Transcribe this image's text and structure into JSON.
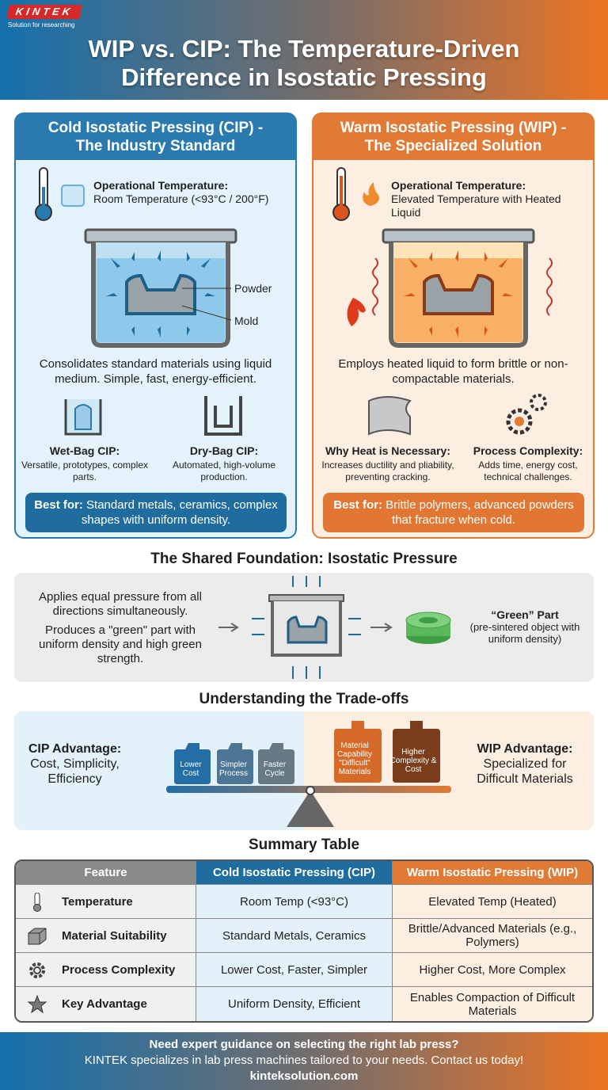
{
  "brand": {
    "logo": "KINTEK",
    "tagline": "Solution for researching"
  },
  "title": {
    "line1": "WIP vs. CIP: The Temperature-Driven",
    "line2": "Difference in Isostatic Pressing"
  },
  "cip": {
    "title1": "Cold Isostatic Pressing (CIP) -",
    "title2": "The Industry Standard",
    "op_label": "Operational Temperature:",
    "op_value": "Room Temperature (<93°C / 200°F)",
    "labels": {
      "powder": "Powder",
      "mold": "Mold"
    },
    "description": "Consolidates standard materials using liquid medium. Simple, fast, energy-efficient.",
    "sub": [
      {
        "title": "Wet-Bag CIP:",
        "text": "Versatile, prototypes, complex parts."
      },
      {
        "title": "Dry-Bag CIP:",
        "text": "Automated, high-volume production."
      }
    ],
    "best_label": "Best for:",
    "best_text": "Standard metals, ceramics, complex shapes with uniform density."
  },
  "wip": {
    "title1": "Warm Isostatic Pressing (WIP) -",
    "title2": "The Specialized Solution",
    "op_label": "Operational Temperature:",
    "op_value": "Elevated Temperature with Heated Liquid",
    "description": "Employs heated liquid to form brittle or non-compactable materials.",
    "sub": [
      {
        "title": "Why Heat is Necessary:",
        "text": "Increases ductility and pliability, preventing cracking."
      },
      {
        "title": "Process Complexity:",
        "text": "Adds time, energy cost, technical challenges."
      }
    ],
    "best_label": "Best for:",
    "best_text": "Brittle polymers, advanced powders that fracture when cold."
  },
  "shared": {
    "title": "The Shared Foundation: Isostatic Pressure",
    "p1": "Applies equal pressure from all directions simultaneously.",
    "p2": "Produces a \"green\" part with uniform density and high green strength.",
    "part_title": "“Green” Part",
    "part_text": "(pre-sintered object with uniform density)"
  },
  "tradeoffs": {
    "title": "Understanding the Trade-offs",
    "cip_title": "CIP Advantage:",
    "cip_text": "Cost, Simplicity, Efficiency",
    "wip_title": "WIP Advantage:",
    "wip_text": "Specialized for Difficult Materials",
    "cip_weights": [
      "Lower Cost",
      "Simpler Process",
      "Faster Cycle"
    ],
    "wip_weights": [
      "Material Capability \"Difficult\" Materials",
      "Higher Complexity & Cost"
    ]
  },
  "table": {
    "title": "Summary Table",
    "headers": [
      "Feature",
      "Cold Isostatic Pressing (CIP)",
      "Warm Isostatic Pressing (WIP)"
    ],
    "rows": [
      {
        "icon": "thermometer-icon",
        "feature": "Temperature",
        "cip": "Room Temp (<93°C)",
        "wip": "Elevated Temp (Heated)"
      },
      {
        "icon": "material-block-icon",
        "feature": "Material Suitability",
        "cip": "Standard Metals, Ceramics",
        "wip": "Brittle/Advanced Materials (e.g., Polymers)"
      },
      {
        "icon": "gear-icon",
        "feature": "Process Complexity",
        "cip": "Lower Cost, Faster, Simpler",
        "wip": "Higher Cost, More Complex"
      },
      {
        "icon": "star-icon",
        "feature": "Key Advantage",
        "cip": "Uniform Density, Efficient",
        "wip": "Enables Compaction of Difficult Materials"
      }
    ]
  },
  "footer": {
    "line1": "Need expert guidance on selecting the right lab press?",
    "line2": "KINTEK specializes in lab press machines tailored to your needs. Contact us today!",
    "url": "kinteksolution.com"
  },
  "colors": {
    "cip": "#2a7ab0",
    "wip": "#e07a35",
    "cip_bg": "#e4f2fb",
    "wip_bg": "#fdeee2"
  }
}
